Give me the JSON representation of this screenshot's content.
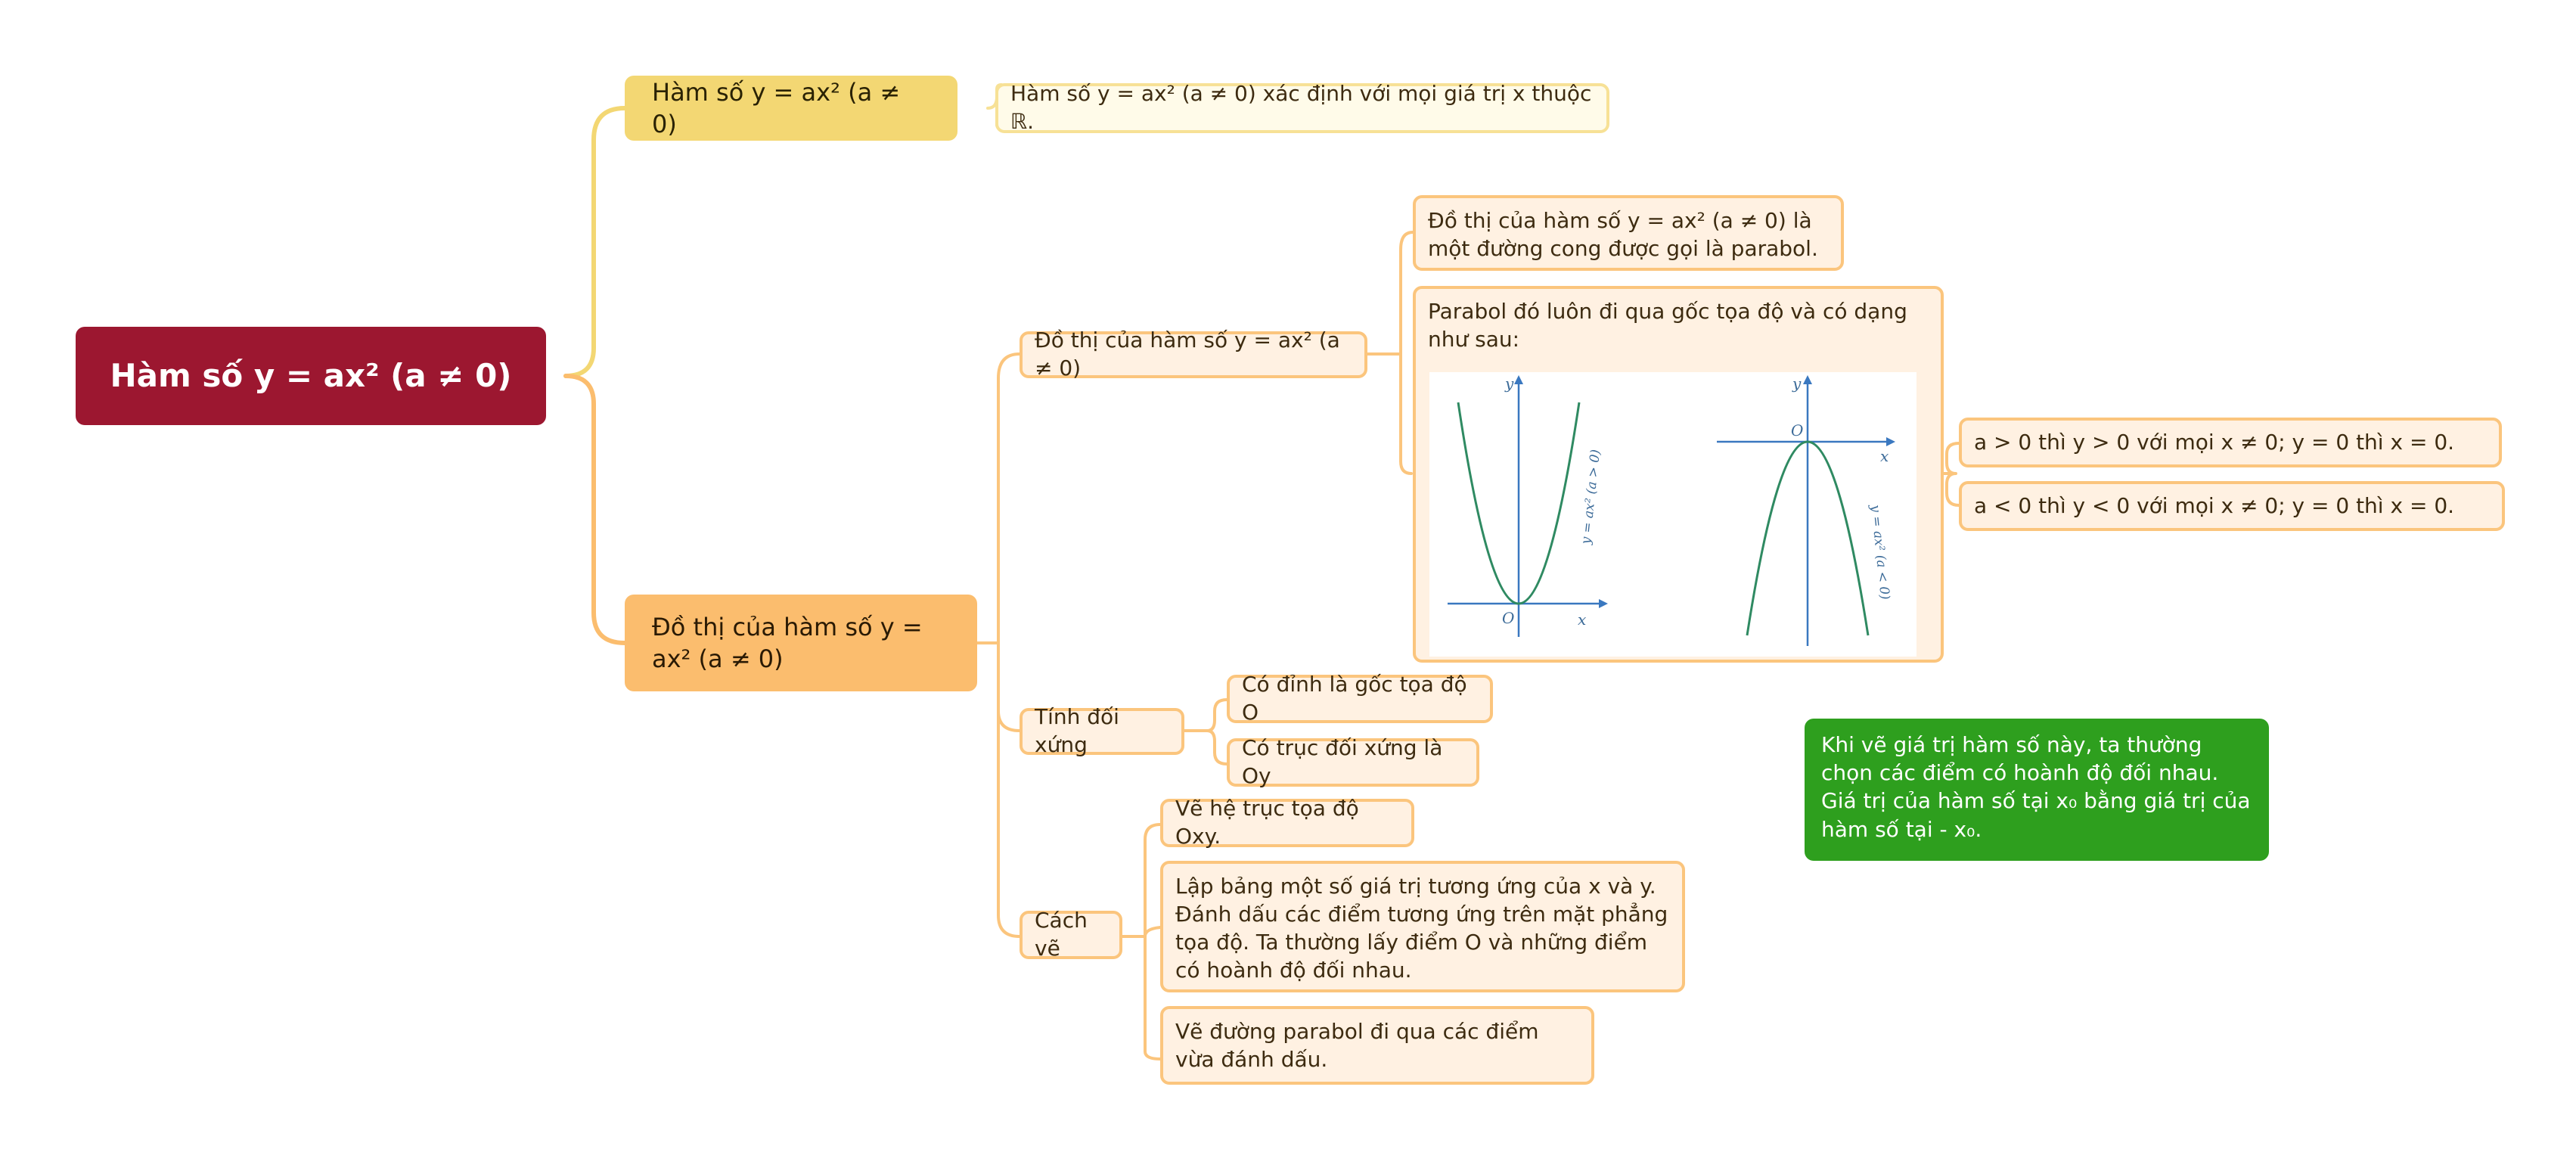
{
  "root": "Hàm số y = ax² (a ≠ 0)",
  "branch1": {
    "title": "Hàm số y = ax² (a ≠ 0)",
    "detail": "Hàm số y = ax² (a ≠ 0) xác định với mọi giá trị x thuộc ℝ."
  },
  "branch2": {
    "title": "Đồ thị của hàm số y = ax² (a ≠ 0)",
    "graph": {
      "title": "Đồ thị của hàm số y = ax² (a ≠ 0)",
      "desc1": "Đồ thị của hàm số y = ax² (a ≠ 0) là một đường cong được gọi là parabol.",
      "desc2": "Parabol đó luôn đi qua gốc tọa độ và có dạng như sau:",
      "cond_pos": "a > 0 thì y > 0 với mọi x ≠ 0; y = 0 thì x = 0.",
      "cond_neg": "a < 0 thì y < 0 với mọi x ≠ 0; y = 0 thì x = 0.",
      "labels": {
        "y": "y",
        "x": "x",
        "o": "O",
        "curve_pos": "y = ax² (a > 0)",
        "curve_neg": "y = ax² (a < 0)"
      }
    },
    "symmetry": {
      "title": "Tính đối xứng",
      "vertex": "Có đỉnh là gốc tọa độ O",
      "axis": "Có trục đối xứng là Oy"
    },
    "drawing": {
      "title": "Cách vẽ",
      "step1": "Vẽ hệ trục tọa độ Oxy.",
      "step2": "Lập bảng một số giá trị tương ứng của x và y. Đánh dấu các điểm tương ứng trên mặt phẳng tọa độ. Ta thường lấy điểm O và những điểm có hoành độ đối nhau.",
      "step3": "Vẽ đường parabol đi qua các điểm vừa đánh dấu."
    }
  },
  "note": {
    "line1": "Khi vẽ giá trị hàm số này, ta thường chọn các điểm có hoành độ đối nhau.",
    "line2": "Giá trị của hàm số tại x₀ bằng giá trị của hàm số tại - x₀."
  },
  "colors": {
    "root": "#9c1730",
    "branch_yellow": "#f3d773",
    "branch_orange": "#fbbd6e",
    "leaf_fill": "#fff1e2",
    "leaf_border": "#fbc57d",
    "note": "#2e9f1e",
    "curve": "#2f8a62",
    "axis": "#3a78c0"
  }
}
